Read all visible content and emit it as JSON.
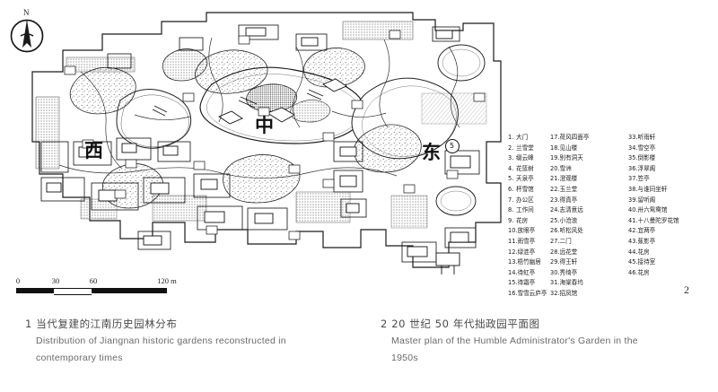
{
  "figure": {
    "number_marker": "2",
    "north_label": "N"
  },
  "scale_bar": {
    "unit_label": "120 m",
    "ticks": [
      "0",
      "30",
      "60",
      "120"
    ]
  },
  "map_labels": [
    {
      "text": "中",
      "name": "map-label-central"
    },
    {
      "text": "西",
      "name": "map-label-west"
    },
    {
      "text": "东",
      "name": "map-label-east"
    },
    {
      "text": "5",
      "name": "map-marker-5"
    }
  ],
  "legend": {
    "column1": [
      {
        "num": "1.",
        "label": "大门"
      },
      {
        "num": "2.",
        "label": "兰雪堂"
      },
      {
        "num": "3.",
        "label": "缀云峰"
      },
      {
        "num": "4.",
        "label": "花篮树"
      },
      {
        "num": "5.",
        "label": "天泉亭"
      },
      {
        "num": "6.",
        "label": "杯雪馆"
      },
      {
        "num": "7.",
        "label": "办公区"
      },
      {
        "num": "8.",
        "label": "工作间"
      },
      {
        "num": "9.",
        "label": "花房"
      },
      {
        "num": "10.",
        "label": "放眼亭"
      },
      {
        "num": "11.",
        "label": "雨雪亭"
      },
      {
        "num": "12.",
        "label": "绿涟亭"
      },
      {
        "num": "13.",
        "label": "梧竹幽居"
      },
      {
        "num": "14.",
        "label": "待虹亭"
      },
      {
        "num": "15.",
        "label": "待霜亭"
      },
      {
        "num": "16.",
        "label": "雪雪云庐亭"
      }
    ],
    "column2": [
      {
        "num": "17.",
        "label": "荷风四面亭"
      },
      {
        "num": "18.",
        "label": "见山楼"
      },
      {
        "num": "19.",
        "label": "别有洞天"
      },
      {
        "num": "20.",
        "label": "雪洲"
      },
      {
        "num": "21.",
        "label": "澄观楼"
      },
      {
        "num": "22.",
        "label": "玉兰堂"
      },
      {
        "num": "23.",
        "label": "得真亭"
      },
      {
        "num": "24.",
        "label": "志清意远"
      },
      {
        "num": "25.",
        "label": "小沧浪"
      },
      {
        "num": "26.",
        "label": "听松风处"
      },
      {
        "num": "27.",
        "label": "二门"
      },
      {
        "num": "28.",
        "label": "远花堂"
      },
      {
        "num": "29.",
        "label": "得王轩"
      },
      {
        "num": "30.",
        "label": "秀绮亭"
      },
      {
        "num": "31.",
        "label": "海棠春坞"
      },
      {
        "num": "32.",
        "label": "招凤馆"
      }
    ],
    "column3": [
      {
        "num": "33.",
        "label": "听雨轩"
      },
      {
        "num": "34.",
        "label": "雪空亭"
      },
      {
        "num": "35.",
        "label": "倒影楼"
      },
      {
        "num": "36.",
        "label": "浮翠阁"
      },
      {
        "num": "37.",
        "label": "笠亭"
      },
      {
        "num": "38.",
        "label": "与谁同坐轩"
      },
      {
        "num": "39.",
        "label": "留听阁"
      },
      {
        "num": "40.",
        "label": "卅六鸳鸯馆"
      },
      {
        "num": "41.",
        "label": "十八曼陀罗花馆"
      },
      {
        "num": "42.",
        "label": "宜两亭"
      },
      {
        "num": "43.",
        "label": "蕉影亭"
      },
      {
        "num": "44.",
        "label": "花房"
      },
      {
        "num": "45.",
        "label": "接待室"
      },
      {
        "num": "46.",
        "label": "花房"
      }
    ]
  },
  "captions": {
    "left": {
      "number": "1",
      "cn": "当代复建的江南历史园林分布",
      "en_line1": "Distribution of Jiangnan historic gardens reconstructed in",
      "en_line2": "contemporary times"
    },
    "right": {
      "number": "2",
      "cn": "20 世纪 50 年代拙政园平面图",
      "en_line1": "Master plan of the Humble Administrator's Garden in the",
      "en_line2": "1950s"
    }
  },
  "colors": {
    "ink": "#1a1a1a",
    "paper": "#ffffff",
    "caption_cn": "#4a4a4a",
    "caption_en": "#6a6a6a"
  }
}
